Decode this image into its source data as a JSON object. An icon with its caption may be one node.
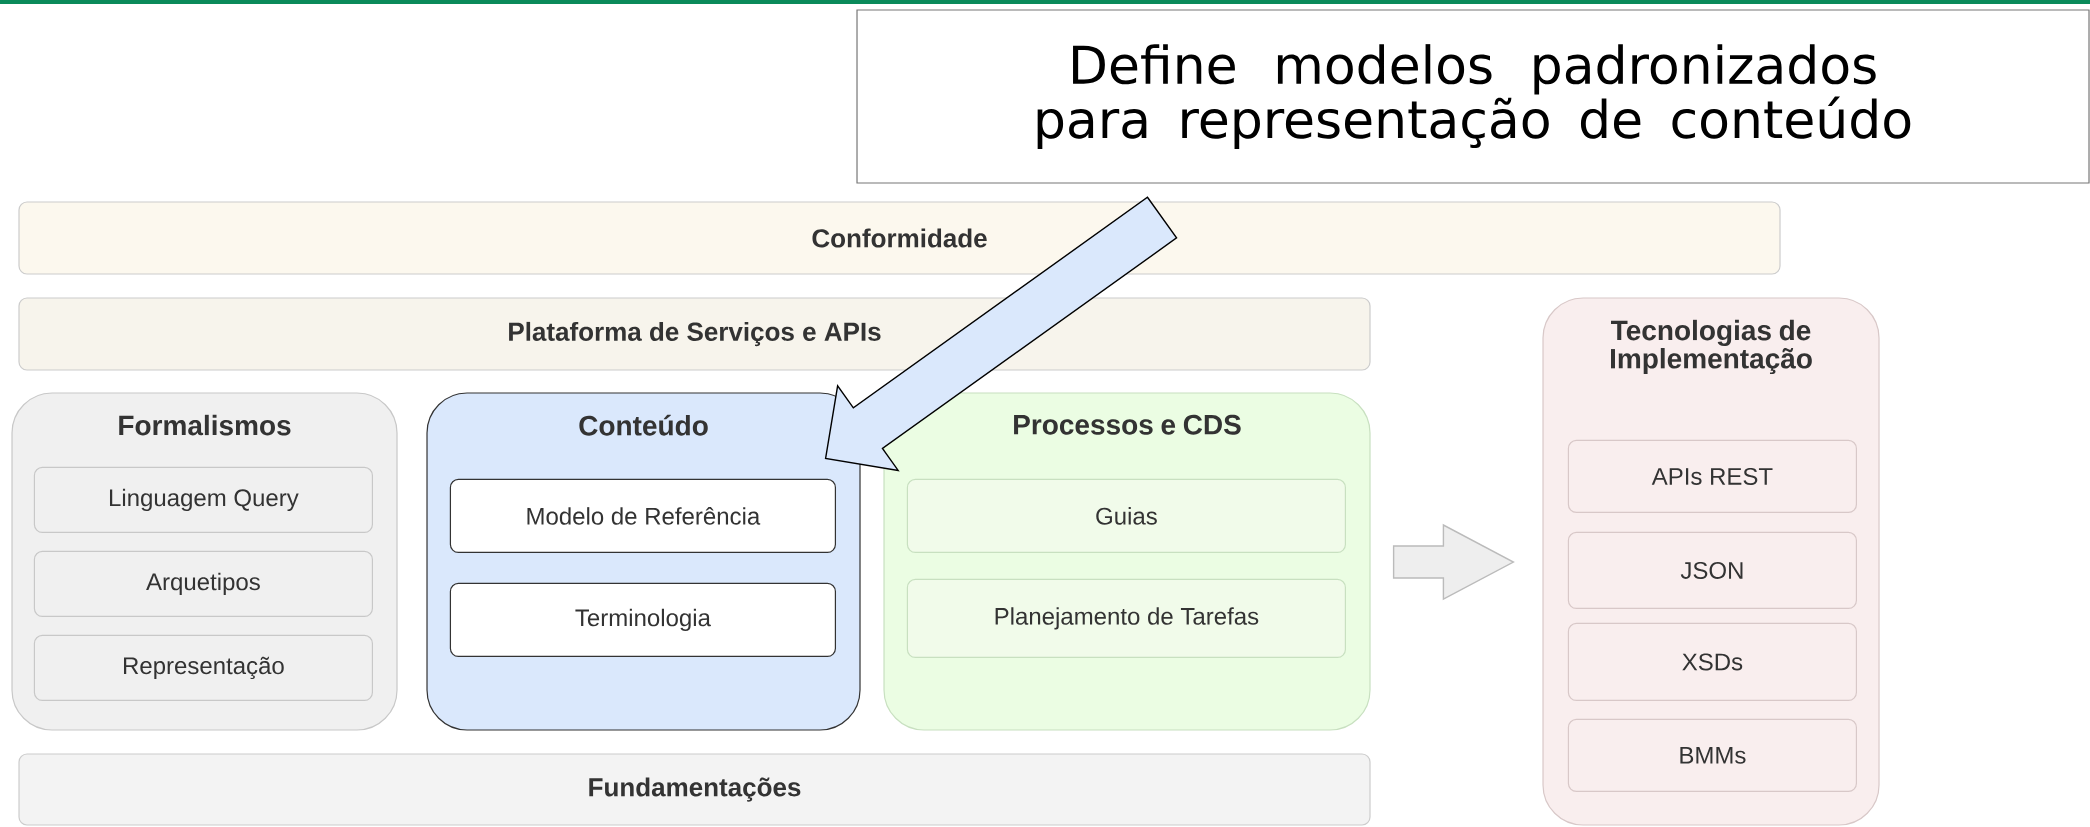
{
  "diagram": {
    "nodes": [
      {
        "text": [
          "Define modelos padronizados para representação de conteúdo"
        ]
      },
      {
        "text": [
          "Conformidade"
        ]
      },
      {
        "text": [
          "Plataforma de Serviços e APIs"
        ]
      },
      {
        "text": [
          "Formalismos"
        ]
      },
      {
        "text": [
          "Linguagem Query"
        ],
        "in": 3
      },
      {
        "text": [
          "Arquetipos"
        ],
        "in": 3
      },
      {
        "text": [
          "Representação"
        ],
        "in": 3
      },
      {
        "text": [
          "Conteúdo"
        ]
      },
      {
        "text": [
          "Modelo de Referência"
        ],
        "in": 7
      },
      {
        "text": [
          "Terminologia"
        ],
        "in": 7
      },
      {
        "text": [
          "Processos e CDS"
        ]
      },
      {
        "text": [
          "Guias"
        ],
        "in": 10
      },
      {
        "text": [
          "Planejamento de Tarefas"
        ],
        "in": 10
      },
      {
        "text": [
          "Fundamentações"
        ]
      },
      {
        "text": [
          "Tecnologias de Implementação"
        ]
      },
      {
        "text": [
          "APIs REST"
        ],
        "in": 14
      },
      {
        "text": [
          "JSON"
        ],
        "in": 14
      },
      {
        "text": [
          "XSDs"
        ],
        "in": 14
      },
      {
        "text": [
          "BMMs"
        ],
        "in": 14
      }
    ],
    "edges": [
      {
        "from": 0,
        "to": 7,
        "arrow": "to",
        "color": "#dae8fc"
      },
      {
        "from": 10,
        "to": 14,
        "arrow": "to",
        "color": "#eeeeee"
      }
    ]
  }
}
